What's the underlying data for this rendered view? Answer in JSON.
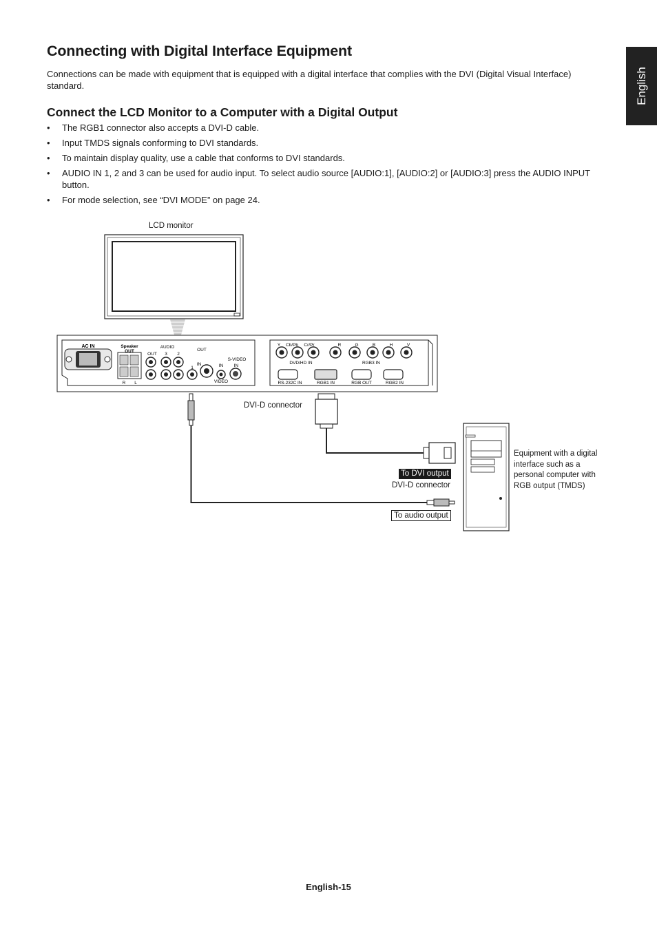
{
  "side_tab": "English",
  "heading": "Connecting with Digital Interface Equipment",
  "intro": "Connections can be made with equipment that is equipped with a digital interface that complies with the DVI (Digital Visual Interface) standard.",
  "subheading": "Connect the LCD Monitor to a Computer with a Digital Output",
  "bullets": [
    "The RGB1 connector also accepts a DVI-D cable.",
    "Input TMDS signals conforming to DVI standards.",
    "To maintain display quality, use a cable that conforms to DVI standards.",
    "AUDIO IN 1, 2 and 3 can be used for audio input. To select audio source [AUDIO:1], [AUDIO:2] or [AUDIO:3] press the AUDIO INPUT button.",
    "For mode selection, see “DVI MODE” on page 24."
  ],
  "diagram": {
    "lcd_label": "LCD monitor",
    "dvi_connector_top": "DVI-D connector",
    "to_dvi_output": "To DVI output",
    "dvi_connector_bottom": "DVI-D connector",
    "to_audio_output": "To audio output",
    "equipment_label": "Equipment with a digital interface such as a personal computer with RGB output (TMDS)",
    "panel": {
      "ac_in": "AC IN",
      "speaker": "Speaker",
      "speaker_out": "OUT",
      "speaker_r": "R",
      "speaker_l": "L",
      "audio": "AUDIO",
      "audio_out": "OUT",
      "audio_3": "3",
      "audio_2": "2",
      "audio_1": "1",
      "video_out": "OUT",
      "video_in": "IN",
      "video_in2": "IN",
      "video": "VIDEO",
      "svideo": "S-VIDEO",
      "svideo_in": "IN",
      "y": "Y",
      "cbpb": "Cb/Pb",
      "crpr": "Cr/Pr",
      "r": "R",
      "g": "G",
      "b": "B",
      "h": "H",
      "v": "V",
      "dvd_hd_in": "DVD/HD IN",
      "rgb3_in": "RGB3 IN",
      "rs232c_in": "RS-232C IN",
      "rgb1_in": "RGB1 IN",
      "rgb_out": "RGB OUT",
      "rgb2_in": "RGB2 IN"
    }
  },
  "footer": "English-15"
}
